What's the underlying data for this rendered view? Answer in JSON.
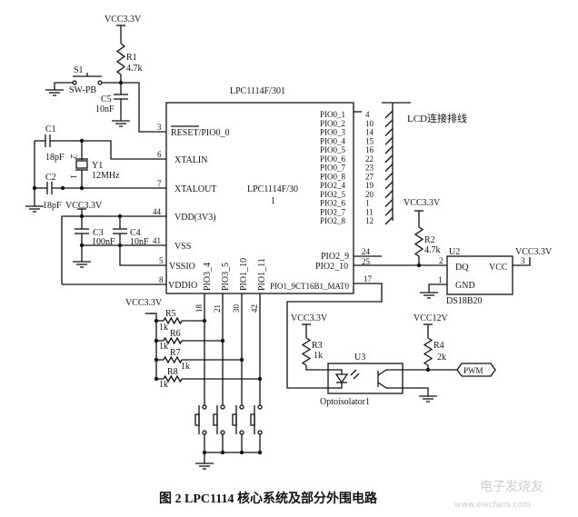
{
  "chip": {
    "title": "LPC1114F/301",
    "center_label_1": "LPC1114F/30",
    "center_label_2": "1",
    "left_pins": [
      {
        "num": "3",
        "name": "RESET/PIO0_0"
      },
      {
        "num": "6",
        "name": "XTALIN"
      },
      {
        "num": "7",
        "name": "XTALOUT"
      },
      {
        "num": "44",
        "name": "VDD(3V3)"
      },
      {
        "num": "41",
        "name": "VSS"
      },
      {
        "num": "5",
        "name": "VSSIO"
      },
      {
        "num": "8",
        "name": "VDDIO"
      }
    ],
    "bottom_pins": [
      {
        "num": "18",
        "name": "PIO3_4"
      },
      {
        "num": "21",
        "name": "PIO3_5"
      },
      {
        "num": "30",
        "name": "PIO1_10"
      },
      {
        "num": "42",
        "name": "PIO1_11"
      }
    ],
    "lcd_pins": [
      {
        "num": "4",
        "name": "PIO0_1"
      },
      {
        "num": "10",
        "name": "PIO0_2"
      },
      {
        "num": "14",
        "name": "PIO0_3"
      },
      {
        "num": "15",
        "name": "PIO0_4"
      },
      {
        "num": "16",
        "name": "PIO0_5"
      },
      {
        "num": "22",
        "name": "PIO0_6"
      },
      {
        "num": "23",
        "name": "PIO0_7"
      },
      {
        "num": "27",
        "name": "PIO0_8"
      },
      {
        "num": "19",
        "name": "PIO2_4"
      },
      {
        "num": "20",
        "name": "PIO2_5"
      },
      {
        "num": "1",
        "name": "PIO2_6"
      },
      {
        "num": "11",
        "name": "PIO2_7"
      },
      {
        "num": "12",
        "name": "PIO2_8"
      }
    ],
    "right_pins": [
      {
        "num": "24",
        "name": "PIO2_9"
      },
      {
        "num": "25",
        "name": "PIO2_10"
      },
      {
        "num": "17",
        "name": "PIO1_9CT16B1_MAT0"
      }
    ]
  },
  "lcd_label": "LCD连接排线",
  "power": {
    "vcc33": "VCC3.3V",
    "vcc12": "VCC12V"
  },
  "components": {
    "R1": {
      "ref": "R1",
      "value": "4.7k"
    },
    "S1": {
      "ref": "S1",
      "value": "SW-PB"
    },
    "C5": {
      "ref": "C5",
      "value": "10nF"
    },
    "C1": {
      "ref": "C1",
      "value": "18pF"
    },
    "C2": {
      "ref": "C2",
      "value": "18pF"
    },
    "Y1": {
      "ref": "Y1",
      "value": "12MHz",
      "pin1": "1",
      "pin2": "2"
    },
    "C3": {
      "ref": "C3",
      "value": "100nF"
    },
    "C4": {
      "ref": "C4",
      "value": "10nF"
    },
    "R2": {
      "ref": "R2",
      "value": "4.7k"
    },
    "U2": {
      "ref": "U2",
      "part": "DS18B20",
      "dq": "DQ",
      "vcc": "VCC",
      "gnd": "GND",
      "pin_dq": "2",
      "pin_vcc": "3",
      "pin_gnd": "1"
    },
    "R3": {
      "ref": "R3",
      "value": "1k"
    },
    "R4": {
      "ref": "R4",
      "value": "2k"
    },
    "U3": {
      "ref": "U3",
      "part": "Optoisolator1"
    },
    "R5": {
      "ref": "R5",
      "value": "1k"
    },
    "R6": {
      "ref": "R6",
      "value": "1k"
    },
    "R7": {
      "ref": "R7",
      "value": "1k"
    },
    "R8": {
      "ref": "R8",
      "value": "1k"
    }
  },
  "pwm_label": "PWM",
  "caption": "图 2    LPC1114 核心系统及部分外围电路",
  "watermark": {
    "name": "电子发烧友",
    "url": "www.elecfans.com"
  }
}
